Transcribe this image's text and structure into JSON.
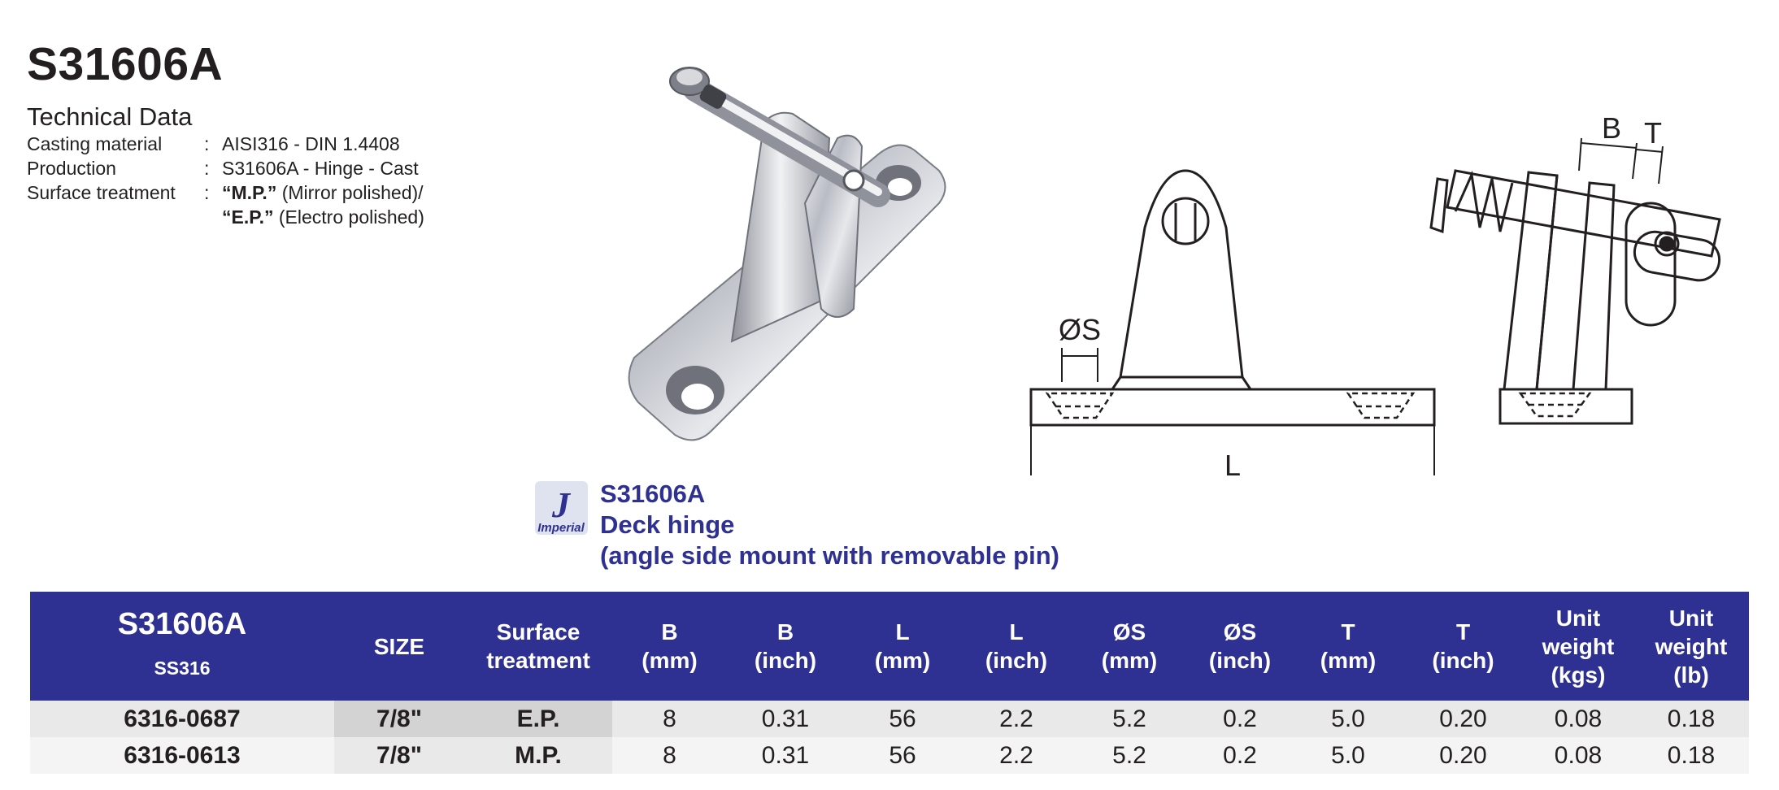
{
  "header": {
    "product_code": "S31606A",
    "tech_title": "Technical Data",
    "specs": [
      {
        "label": "Casting material",
        "colon": ":",
        "value": "AISI316 - DIN 1.4408"
      },
      {
        "label": "Production",
        "colon": ":",
        "value": "S31606A - Hinge - Cast"
      },
      {
        "label": "Surface treatment",
        "colon": ":",
        "bold": "“M.P.”",
        "value": " (Mirror polished)/"
      },
      {
        "label": "",
        "colon": "",
        "bold": "“E.P.”",
        "value": " (Electro polished)"
      }
    ]
  },
  "logo": {
    "letter": "J",
    "brand": "Imperial"
  },
  "caption": {
    "code": "S31606A",
    "name": "Deck hinge",
    "detail": "(angle side mount with removable pin)"
  },
  "drawing": {
    "label_s": "ØS",
    "label_l": "L",
    "label_b": "B",
    "label_t": "T"
  },
  "table": {
    "headers": [
      {
        "line1": "S31606A",
        "line2": "SS316"
      },
      {
        "line1": "SIZE"
      },
      {
        "line1": "Surface",
        "line2": "treatment"
      },
      {
        "line1": "B",
        "line2": "(mm)"
      },
      {
        "line1": "B",
        "line2": "(inch)"
      },
      {
        "line1": "L",
        "line2": "(mm)"
      },
      {
        "line1": "L",
        "line2": "(inch)"
      },
      {
        "line1": "ØS",
        "line2": "(mm)"
      },
      {
        "line1": "ØS",
        "line2": "(inch)"
      },
      {
        "line1": "T",
        "line2": "(mm)"
      },
      {
        "line1": "T",
        "line2": "(inch)"
      },
      {
        "line1": "Unit",
        "line2": "weight",
        "line3": "(kgs)"
      },
      {
        "line1": "Unit",
        "line2": "weight",
        "line3": "(lb)"
      }
    ],
    "rows": [
      [
        "6316-0687",
        "7/8\"",
        "E.P.",
        "8",
        "0.31",
        "56",
        "2.2",
        "5.2",
        "0.2",
        "5.0",
        "0.20",
        "0.08",
        "0.18"
      ],
      [
        "6316-0613",
        "7/8\"",
        "M.P.",
        "8",
        "0.31",
        "56",
        "2.2",
        "5.2",
        "0.2",
        "5.0",
        "0.20",
        "0.08",
        "0.18"
      ]
    ]
  },
  "colors": {
    "accent": "#2e3192",
    "row_light": "#f4f4f5",
    "row_mid": "#e9e9ea",
    "row_dark": "#d3d3d4"
  }
}
